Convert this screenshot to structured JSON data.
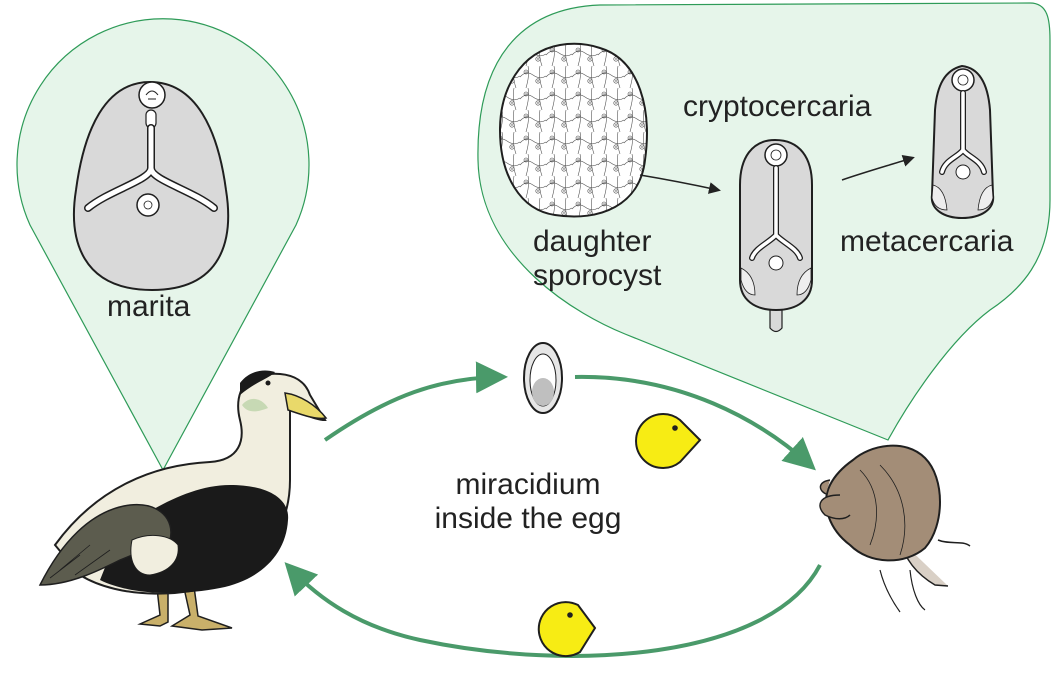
{
  "labels": {
    "marita": "marita",
    "cryptocercaria": "cryptocercaria",
    "daughter_sporocyst_line1": "daughter",
    "daughter_sporocyst_line2": "sporocyst",
    "metacercaria": "metacercaria",
    "miracidium_line1": "miracidium",
    "miracidium_line2": "inside the egg"
  },
  "colors": {
    "bubble_fill": "#e6f5ea",
    "bubble_stroke": "#2e9b58",
    "cycle_arrow": "#4a9a6a",
    "worm_fill": "#d9d9d9",
    "pacman": "#f7ec14",
    "snail_shell": "#a38d77",
    "duck_black": "#1a1a1a",
    "duck_white": "#f1eedf",
    "duck_bill": "#e9d96a",
    "duck_legs": "#c9b06a"
  },
  "icons": [
    "eider-duck-icon",
    "snail-icon",
    "pacman-icon",
    "egg-icon",
    "worm-icon"
  ]
}
